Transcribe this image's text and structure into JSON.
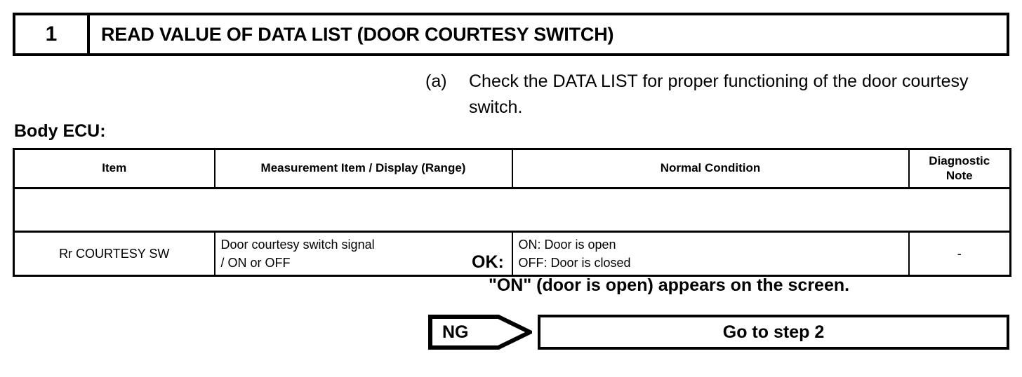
{
  "step": {
    "number": "1",
    "title": "READ VALUE OF DATA LIST (DOOR COURTESY SWITCH)"
  },
  "instruction": {
    "marker": "(a)",
    "text": "Check the DATA LIST for proper functioning of the door courtesy switch."
  },
  "table": {
    "caption": "Body ECU:",
    "headers": [
      "Item",
      "Measurement Item / Display (Range)",
      "Normal Condition",
      "Diagnostic Note"
    ],
    "header_note_line1": "Diagnostic",
    "header_note_line2": "Note",
    "rows": [
      {
        "item": "Rr COURTESY SW",
        "measurement_line1": "Door courtesy switch signal",
        "measurement_line2": "/ ON or OFF",
        "normal_line1": "ON: Door is open",
        "normal_line2": "OFF: Door is closed",
        "note": "-"
      }
    ]
  },
  "result": {
    "ok_label": "OK:",
    "ok_text": "\"ON\" (door is open) appears on the screen."
  },
  "flow": {
    "ng_label": "NG",
    "goto_label": "Go to step 2"
  },
  "colors": {
    "ink": "#000000",
    "paper": "#ffffff"
  }
}
